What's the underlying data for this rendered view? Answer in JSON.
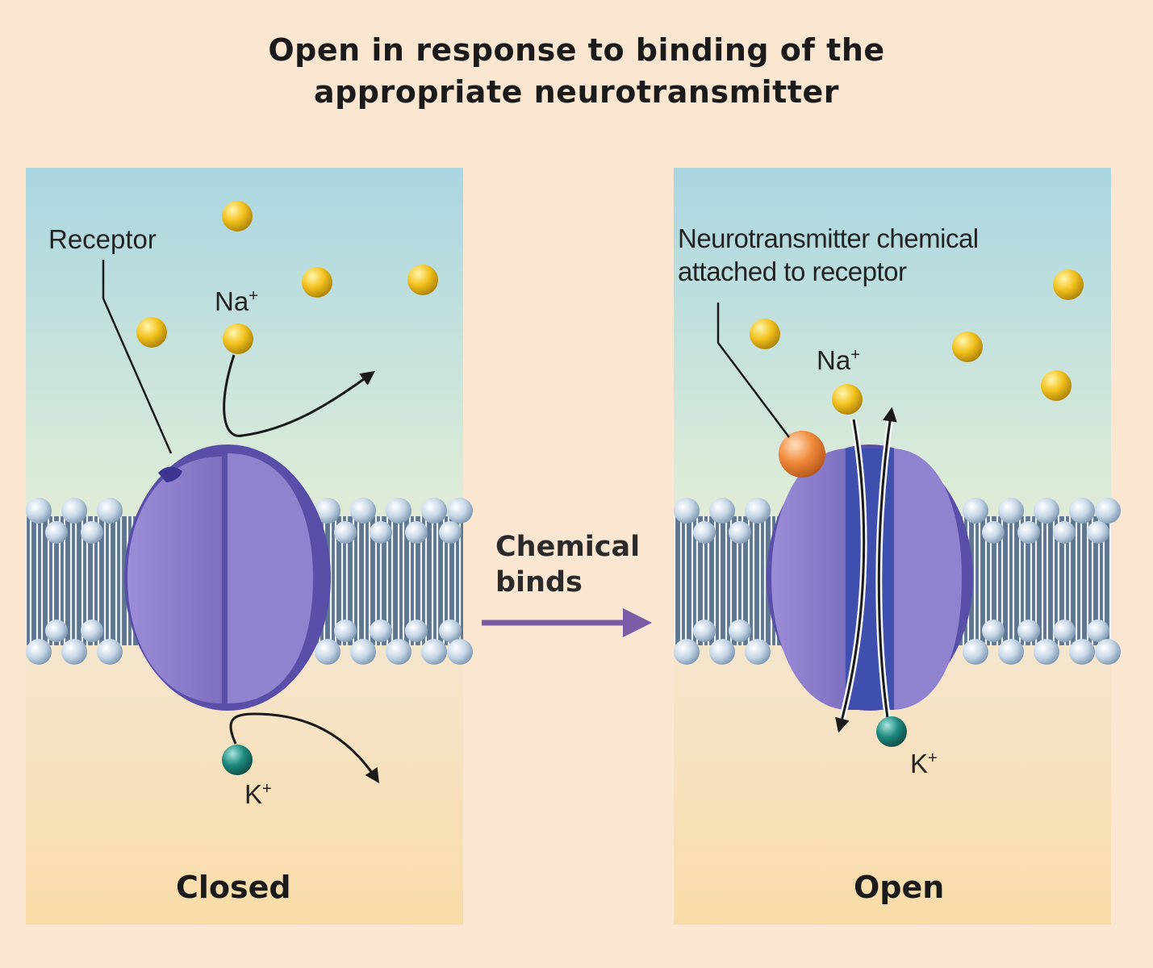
{
  "title": {
    "line1": "Open in response to binding of the",
    "line2": "appropriate neurotransmitter"
  },
  "closed_panel": {
    "receptor_label": "Receptor",
    "na_label": "Na",
    "k_label": "K",
    "ion_charge": "+",
    "state_label": "Closed"
  },
  "transition": {
    "label_line1": "Chemical",
    "label_line2": "binds"
  },
  "open_panel": {
    "nt_label_line1": "Neurotransmitter chemical",
    "nt_label_line2": "attached to receptor",
    "na_label": "Na",
    "k_label": "K",
    "ion_charge": "+",
    "state_label": "Open"
  },
  "colors": {
    "background": "#fbe6d2",
    "extracellular": "#a9d6e1",
    "intracellular": "#f7d89e",
    "channel_protein": "#8577c4",
    "sodium_ion": "#f2c21e",
    "potassium_ion": "#1f8a80",
    "neurotransmitter": "#f08a3c",
    "transition_arrow": "#7a5ca6"
  }
}
